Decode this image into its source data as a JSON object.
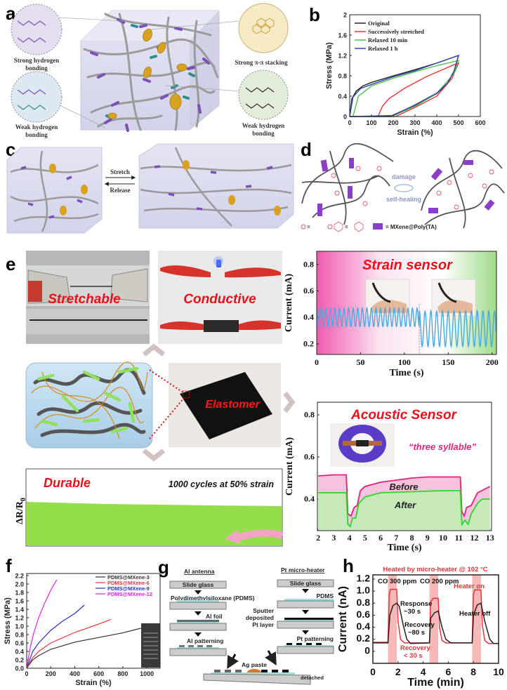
{
  "panel_labels": {
    "a": "a",
    "b": "b",
    "c": "c",
    "d": "d",
    "e": "e",
    "f": "f",
    "g": "g",
    "h": "h"
  },
  "panel_a": {
    "top_left_label": [
      "Strong hydrogen",
      "bonding"
    ],
    "bottom_left_label": [
      "Weak hydrogen",
      "bonding"
    ],
    "top_right_label": "Strong π-π stacking",
    "bottom_right_label": [
      "Weak hydrogen",
      "bonding"
    ],
    "colors": {
      "strong_hb": "#e4def0",
      "weak_hb_left": "#dde8f3",
      "pi_stacking": "#f6eac4",
      "weak_hb_right": "#e1edd9",
      "urea": "#7b4fb8",
      "urethane": "#2f8c8c",
      "chain": "#9a9a9a",
      "aromatic": "#d9a21e"
    }
  },
  "panel_c": {
    "stretch": "Stretch",
    "release": "Release"
  },
  "panel_d": {
    "damage": "damage",
    "self_healing": "self-healing",
    "legend": "= MXene@Poly(TA)",
    "legend_eq": "="
  },
  "panel_e": {
    "stretchable": "Stretchable",
    "conductive": "Conductive",
    "elastomer": "Elastomer",
    "durable": "Durable",
    "durable_note": "1000 cycles at 50% strain",
    "durable_ylabel": "ΔR/R",
    "durable_ylabel_sub": "0",
    "strain_title": "Strain sensor",
    "acoustic_title": "Acoustic Sensor",
    "acoustic_note": "“three syllable”",
    "before": "Before",
    "after": "After"
  },
  "panel_g": {
    "left_title": "Al antenna",
    "right_title": "Pt micro-heater",
    "slide_glass": "Slide glass",
    "pdms_long": "Polydimethylsiloxane (PDMS)",
    "pdms": "PDMS",
    "al_foil": "Al foil",
    "al_patterning": "Al patterning",
    "sputter": [
      "Sputter",
      "deposited",
      "Pt layer"
    ],
    "pt_patterning": "Pt patterning",
    "ag_paste": "Ag paste",
    "detached": "detached"
  },
  "panel_h_notes": {
    "heated": "Heated by micro-heater @ 102 °C",
    "co300": "CO 300 ppm",
    "co200": "CO 200 ppm",
    "heater_on": "Heater on",
    "heater_off": "Heater off",
    "response": [
      "Response",
      "~30 s"
    ],
    "recovery_black": [
      "Recovery",
      "~80 s"
    ],
    "recovery_red": [
      "Recovery",
      "< 30 s"
    ]
  },
  "chart_data": [
    {
      "id": "b",
      "type": "line",
      "xlabel": "Strain (%)",
      "ylabel": "Stress (MPa)",
      "xlim": [
        0,
        600
      ],
      "ylim": [
        0,
        2
      ],
      "xticks": [
        0,
        100,
        200,
        300,
        400,
        500,
        600
      ],
      "yticks": [
        0,
        0.4,
        0.8,
        1.2,
        1.6,
        2
      ],
      "legend": "top-left",
      "series": [
        {
          "name": "Original",
          "color": "#222222",
          "x": [
            0,
            10,
            30,
            60,
            100,
            200,
            300,
            400,
            500,
            480,
            450,
            400,
            300,
            200,
            190,
            0
          ],
          "y": [
            0,
            0.35,
            0.5,
            0.6,
            0.67,
            0.8,
            0.92,
            1.05,
            1.2,
            0.9,
            0.65,
            0.45,
            0.22,
            0.03,
            0,
            0
          ]
        },
        {
          "name": "Successively stretched",
          "color": "#e8333a",
          "x": [
            130,
            150,
            180,
            250,
            350,
            480,
            500,
            470,
            400,
            300,
            210,
            130
          ],
          "y": [
            0,
            0.2,
            0.35,
            0.55,
            0.78,
            1.02,
            1.05,
            0.75,
            0.4,
            0.18,
            0,
            0
          ]
        },
        {
          "name": "Relaxed 10 min",
          "color": "#4cbf4c",
          "x": [
            15,
            40,
            100,
            200,
            300,
            400,
            500,
            480,
            400,
            300,
            190,
            15
          ],
          "y": [
            0,
            0.4,
            0.6,
            0.75,
            0.88,
            1.0,
            1.1,
            0.85,
            0.45,
            0.2,
            0,
            0
          ]
        },
        {
          "name": "Relaxed 1 h",
          "color": "#3344aa",
          "x": [
            0,
            15,
            50,
            100,
            200,
            300,
            400,
            500,
            480,
            450,
            400,
            300,
            200,
            0
          ],
          "y": [
            0,
            0.38,
            0.55,
            0.63,
            0.78,
            0.9,
            1.05,
            1.2,
            0.9,
            0.66,
            0.46,
            0.23,
            0.02,
            0
          ]
        }
      ]
    },
    {
      "id": "e-strain",
      "type": "line",
      "title": "Strain sensor",
      "xlabel": "Time (s)",
      "ylabel": "Current (mA)",
      "xlim": [
        0,
        205
      ],
      "ylim": [
        0.12,
        0.9
      ],
      "xticks": [
        0,
        50,
        100,
        150,
        200
      ],
      "yticks": [
        0.2,
        0.4,
        0.6,
        0.8
      ],
      "color": "#4aa8e0",
      "oscillation_segments": [
        {
          "t_start": 0,
          "t_end": 117,
          "period_s": 5.2,
          "min": 0.33,
          "max": 0.47
        },
        {
          "t_start": 117,
          "t_end": 205,
          "period_s": 6.6,
          "min": 0.18,
          "max": 0.45
        }
      ],
      "marker_x": 117
    },
    {
      "id": "e-acoustic",
      "type": "area",
      "title": "Acoustic Sensor",
      "xlabel": "Time (s)",
      "ylabel": "Current (mA)",
      "xlim": [
        1.95,
        13.1
      ],
      "ylim": [
        0.25,
        0.86
      ],
      "xticks": [
        2,
        3,
        4,
        5,
        6,
        7,
        8,
        9,
        10,
        11,
        12,
        13
      ],
      "yticks": [
        0.4,
        0.6,
        0.8
      ],
      "series": [
        {
          "name": "Before",
          "color": "#e0207a",
          "fill": "#f6b8d6",
          "x": [
            2,
            3,
            3.8,
            3.9,
            4.1,
            4.3,
            4.5,
            4.7,
            5,
            6,
            7,
            8,
            9,
            10,
            11.1,
            11.2,
            11.35,
            11.5,
            11.8,
            12.2,
            13
          ],
          "y": [
            0.51,
            0.515,
            0.515,
            0.33,
            0.32,
            0.36,
            0.37,
            0.44,
            0.46,
            0.48,
            0.49,
            0.5,
            0.505,
            0.505,
            0.505,
            0.34,
            0.32,
            0.36,
            0.37,
            0.43,
            0.46
          ]
        },
        {
          "name": "After",
          "color": "#22dd22",
          "fill": "#bdf0b4",
          "x": [
            2,
            3.8,
            3.9,
            4.05,
            4.2,
            4.4,
            4.6,
            5,
            6,
            8,
            10,
            11.1,
            11.2,
            11.4,
            11.6,
            11.8,
            12.2,
            12.5,
            13
          ],
          "y": [
            0.43,
            0.43,
            0.28,
            0.27,
            0.31,
            0.31,
            0.38,
            0.41,
            0.43,
            0.435,
            0.44,
            0.44,
            0.28,
            0.3,
            0.28,
            0.33,
            0.38,
            0.4,
            0.4
          ]
        }
      ]
    },
    {
      "id": "f",
      "type": "line",
      "xlabel": "Strain (%)",
      "ylabel": "Stress (MPa)",
      "xlim": [
        0,
        1110
      ],
      "ylim": [
        0,
        2.25
      ],
      "xticks": [
        0,
        200,
        400,
        600,
        800,
        1000
      ],
      "yticks": [
        0,
        0.2,
        0.4,
        0.6,
        0.8,
        1.0,
        1.2,
        1.4,
        1.6,
        1.8,
        2.0,
        2.2
      ],
      "legend": "top-right",
      "series": [
        {
          "name": "PDMS@MXene-3",
          "color": "#333333",
          "x": [
            0,
            50,
            100,
            200,
            400,
            600,
            800,
            950
          ],
          "y": [
            0,
            0.2,
            0.3,
            0.45,
            0.62,
            0.73,
            0.84,
            0.95
          ]
        },
        {
          "name": "PDMS@MXene-6",
          "color": "#e8333a",
          "x": [
            0,
            50,
            100,
            200,
            400,
            600,
            700
          ],
          "y": [
            0,
            0.25,
            0.4,
            0.6,
            0.85,
            1.05,
            1.16
          ]
        },
        {
          "name": "PDMS@MXene-9",
          "color": "#2233cc",
          "x": [
            0,
            50,
            100,
            200,
            300,
            400,
            480
          ],
          "y": [
            0,
            0.4,
            0.6,
            0.9,
            1.12,
            1.3,
            1.5
          ]
        },
        {
          "name": "PDMS@MXene-12",
          "color": "#e020e0",
          "x": [
            0,
            30,
            60,
            100,
            150,
            200,
            250
          ],
          "y": [
            0,
            0.5,
            0.85,
            1.2,
            1.55,
            1.85,
            2.1
          ]
        }
      ]
    },
    {
      "id": "h",
      "type": "line",
      "xlabel": "Time (min)",
      "ylabel": "Current (nA)",
      "xlim": [
        0,
        10
      ],
      "ylim": [
        -0.2,
        1.27
      ],
      "xticks": [
        0,
        2,
        4,
        6,
        8,
        10
      ],
      "yticks": [
        0,
        0.2,
        0.4,
        0.6,
        0.8,
        1.0,
        1.2
      ],
      "heater_bands": [
        [
          1.2,
          1.9
        ],
        [
          4.5,
          5.2
        ],
        [
          7.9,
          8.6
        ]
      ],
      "band_color": "#f4a0a0",
      "series": [
        {
          "name": "Heater on",
          "color": "#e8333a",
          "x": [
            0,
            1.2,
            1.3,
            1.4,
            1.9,
            2.0,
            2.2,
            2.5,
            4.5,
            4.6,
            4.8,
            5.2,
            5.3,
            5.5,
            5.8,
            7.9,
            8.0,
            8.1,
            8.6,
            8.7,
            8.9,
            9.2,
            10
          ],
          "y": [
            0.15,
            0.15,
            0.95,
            1.03,
            1.03,
            0.5,
            0.2,
            0.14,
            0.14,
            0.82,
            0.88,
            0.88,
            0.4,
            0.18,
            0.14,
            0.14,
            0.95,
            1.02,
            1.02,
            0.45,
            0.18,
            0.13,
            0.13
          ]
        },
        {
          "name": "Heater off",
          "color": "#222222",
          "x": [
            0,
            1.2,
            1.35,
            1.6,
            1.9,
            2.1,
            2.4,
            2.7,
            3,
            4.5,
            4.6,
            4.9,
            5.2,
            5.5,
            5.8,
            6.2,
            7.9,
            8.0,
            8.3,
            8.6,
            8.9,
            9.3,
            9.6,
            10
          ],
          "y": [
            0.14,
            0.14,
            0.6,
            0.76,
            0.8,
            0.75,
            0.45,
            0.2,
            0.13,
            0.14,
            0.55,
            0.64,
            0.67,
            0.4,
            0.2,
            0.14,
            0.14,
            0.6,
            0.77,
            0.8,
            0.5,
            0.2,
            0.13,
            0.13
          ]
        }
      ]
    }
  ]
}
